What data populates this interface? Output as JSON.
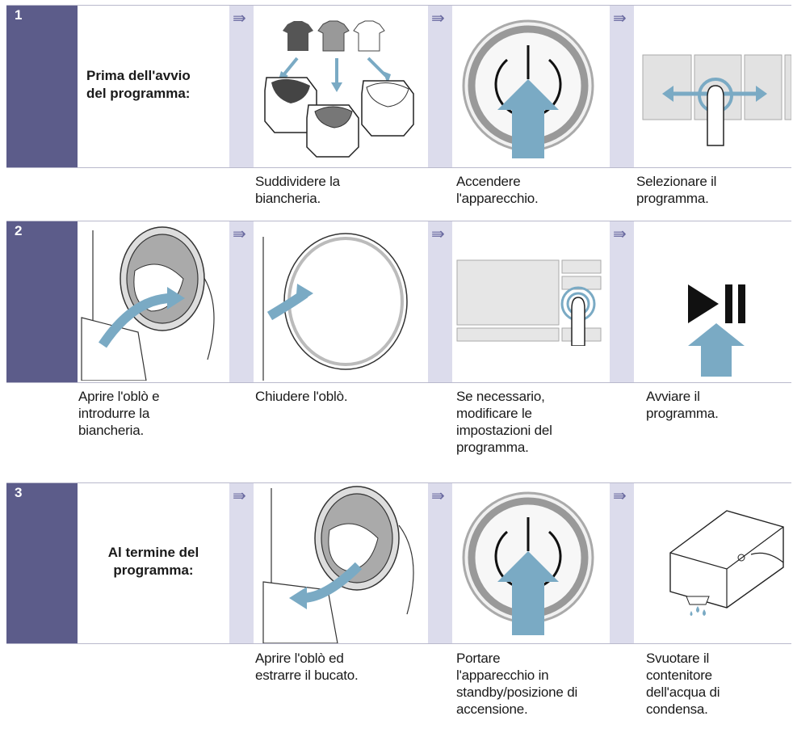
{
  "colors": {
    "accent": "#5c5c8a",
    "arrow_column": "#dcdcec",
    "icon_blue": "#7aaac4"
  },
  "arrow_glyph": "⇛",
  "rows": [
    {
      "number": "1",
      "heading": "Prima dell'avvio\ndel programma:",
      "steps": [
        {
          "icon": "sort-laundry-icon",
          "caption": "Suddividere la\nbiancheria."
        },
        {
          "icon": "power-button-icon",
          "caption": "Accendere\nl'apparecchio."
        },
        {
          "icon": "swipe-select-icon",
          "caption": "Selezionare il\nprogramma."
        }
      ]
    },
    {
      "number": "2",
      "steps": [
        {
          "icon": "load-laundry-icon",
          "caption": "Aprire l'oblò e\nintrodurre la\nbiancheria."
        },
        {
          "icon": "close-door-icon",
          "caption": "Chiudere l'oblò."
        },
        {
          "icon": "touch-display-icon",
          "caption": "Se necessario,\nmodificare le\nimpostazioni del\nprogramma."
        },
        {
          "icon": "start-pause-icon",
          "caption": "Avviare il\nprogramma."
        }
      ]
    },
    {
      "number": "3",
      "heading": "Al termine del\nprogramma:",
      "steps": [
        {
          "icon": "unload-laundry-icon",
          "caption": "Aprire l'oblò ed\nestrarre il bucato."
        },
        {
          "icon": "power-button-icon",
          "caption": "Portare\nl'apparecchio in\nstandby/posizione di\naccensione."
        },
        {
          "icon": "empty-water-container-icon",
          "caption": "Svuotare il\ncontenitore\ndell'acqua di\ncondensa."
        }
      ]
    }
  ]
}
